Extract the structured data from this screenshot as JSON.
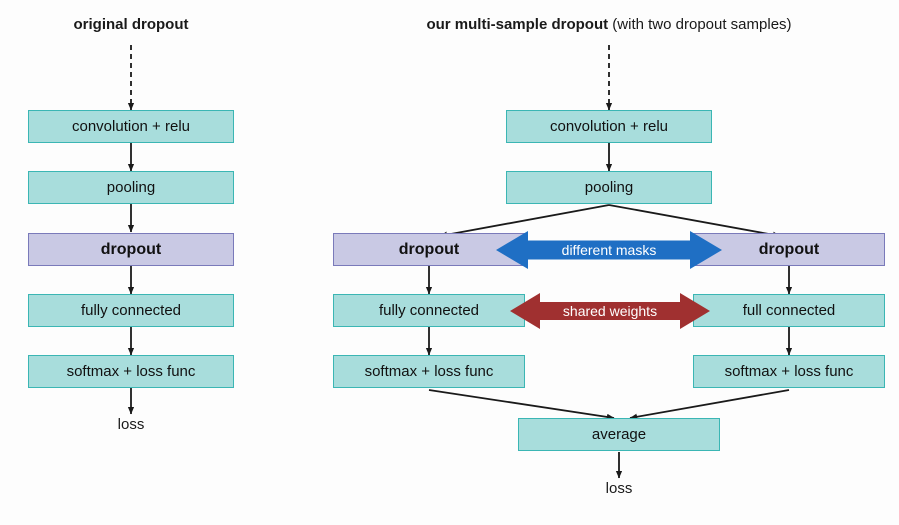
{
  "figure": {
    "background_color": "#fdfdfd",
    "box_fill_teal": "#a8dddc",
    "box_border_teal": "#3bb6b4",
    "box_fill_purple": "#c9c9e4",
    "box_border_purple": "#7a7aba",
    "arrow_color": "#1a1a1a",
    "banner_blue": "#1f6fc4",
    "banner_red": "#a03030"
  },
  "left_diagram": {
    "title": "original dropout",
    "title_bold_part": "original dropout",
    "title_light_part": "",
    "nodes": {
      "convolution": "convolution + relu",
      "pooling": "pooling",
      "dropout": "dropout",
      "fully_connected": "fully connected",
      "softmax": "softmax + loss func",
      "loss": "loss"
    }
  },
  "right_diagram": {
    "title_bold_part": "our multi-sample dropout",
    "title_light_part": " (with two dropout samples)",
    "nodes": {
      "convolution": "convolution + relu",
      "pooling": "pooling",
      "dropout_left": "dropout",
      "dropout_right": "dropout",
      "fully_connected_left": "fully connected",
      "fully_connected_right": "full connected",
      "softmax_left": "softmax + loss func",
      "softmax_right": "softmax + loss func",
      "average": "average",
      "loss": "loss"
    },
    "banners": {
      "different_masks": "different masks",
      "shared_weights": "shared weights"
    }
  }
}
